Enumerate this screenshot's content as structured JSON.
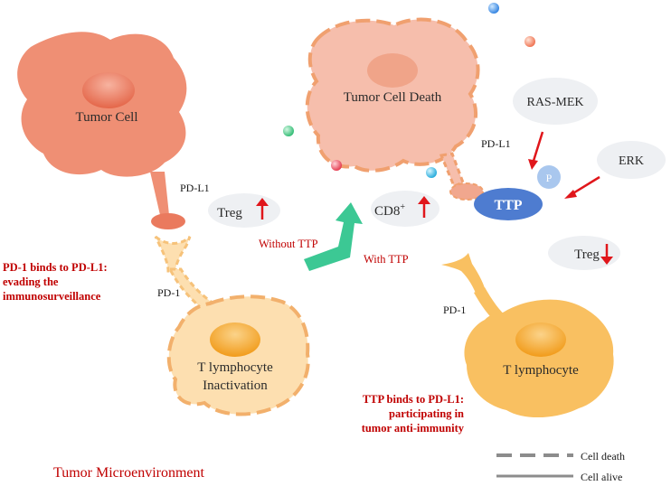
{
  "cells": {
    "tumor_cell": "Tumor Cell",
    "tumor_cell_death": "Tumor Cell Death",
    "t_lymphocyte_inactivation_line1": "T lymphocyte",
    "t_lymphocyte_inactivation_line2": "Inactivation",
    "t_lymphocyte": "T lymphocyte"
  },
  "receptors": {
    "pd_l1_left": "PD-L1",
    "pd_1_left": "PD-1",
    "pd_l1_right": "PD-L1",
    "pd_1_right": "PD-1"
  },
  "molecules": {
    "treg_up": "Treg",
    "cd8": "CD8",
    "cd8_superscript": "+",
    "ttp": "TTP",
    "p": "P",
    "ras_mek": "RAS-MEK",
    "erk": "ERK",
    "treg_down": "Treg"
  },
  "arrow_labels": {
    "without_ttp": "Without TTP",
    "with_ttp": "With TTP"
  },
  "annotations": {
    "pd1_binding_line1": "PD-1 binds to PD-L1:",
    "pd1_binding_line2": "evading the",
    "pd1_binding_line3": "immunosurveillance",
    "ttp_binding_line1": "TTP binds to PD-L1:",
    "ttp_binding_line2": "participating in",
    "ttp_binding_line3": "tumor anti-immunity"
  },
  "footer": {
    "title": "Tumor Microenvironment"
  },
  "legend": {
    "cell_death": "Cell death",
    "cell_alive": "Cell alive"
  },
  "colors": {
    "tumor_cell_fill": "#EF8F74",
    "tumor_death_fill": "#F6BEAC",
    "tumor_death_border": "#F0A06F",
    "t_cell_inactive_fill": "#FDDFB0",
    "t_cell_inactive_border": "#F6C27A",
    "t_cell_fill": "#F9C061",
    "t_nucleus": "#F3A022",
    "ttp_blue": "#4E7CD0",
    "annotation_red": "#C00000",
    "arrow_red": "#E0161B",
    "green_arrow": "#3CC894"
  }
}
